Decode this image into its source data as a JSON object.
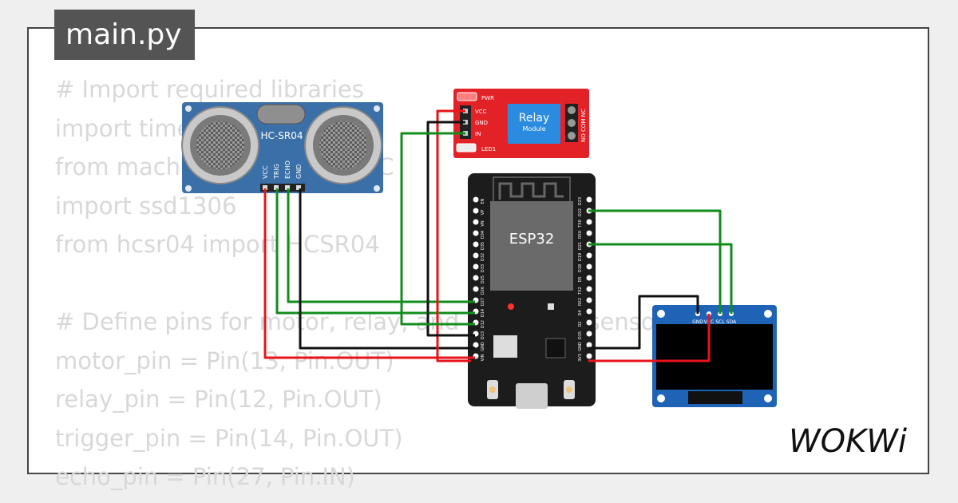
{
  "tab": {
    "filename": "main.py"
  },
  "code_lines": [
    "# Import required libraries",
    "import time",
    "from machine import Pin, I2C",
    "import ssd1306",
    "from hcsr04 import HCSR04",
    "",
    "# Define pins for motor, relay, and ultrasonic sensor",
    "motor_pin = Pin(13, Pin.OUT)",
    "relay_pin = Pin(12, Pin.OUT)",
    "trigger_pin = Pin(14, Pin.OUT)",
    "echo_pin = Pin(27, Pin.IN)"
  ],
  "sensor": {
    "name": "HC-SR04",
    "pins": [
      "VCC",
      "TRIG",
      "ECHO",
      "GND"
    ]
  },
  "relay": {
    "title": "Relay",
    "subtitle": "Module",
    "pwr": "PWR",
    "led": "LED1",
    "pins": [
      "VCC",
      "GND",
      "IN"
    ],
    "terminals": "NO COM NC"
  },
  "esp32": {
    "label": "ESP32",
    "left_pins": [
      "EN",
      "VP",
      "VN",
      "D34",
      "D35",
      "D32",
      "D33",
      "D25",
      "D26",
      "D27",
      "D14",
      "D12",
      "D13",
      "GND",
      "VIN"
    ],
    "right_pins": [
      "D23",
      "D22",
      "TX0",
      "RX0",
      "D21",
      "D19",
      "D18",
      "D5",
      "TX2",
      "RX2",
      "D4",
      "D2",
      "D15",
      "GND",
      "3V3"
    ]
  },
  "oled": {
    "pins": [
      "GND",
      "VCC",
      "SCL",
      "SDA"
    ]
  },
  "brand": {
    "logo": "WOKWi"
  },
  "colors": {
    "wire_red": "#e8141b",
    "wire_black": "#111111",
    "wire_green": "#118d1c",
    "sensor_blue": "#3a6fa8",
    "relay_red": "#e32227",
    "relay_blue": "#2a8be0",
    "oled_blue": "#1f63b6",
    "board_black": "#1c1c1c"
  }
}
